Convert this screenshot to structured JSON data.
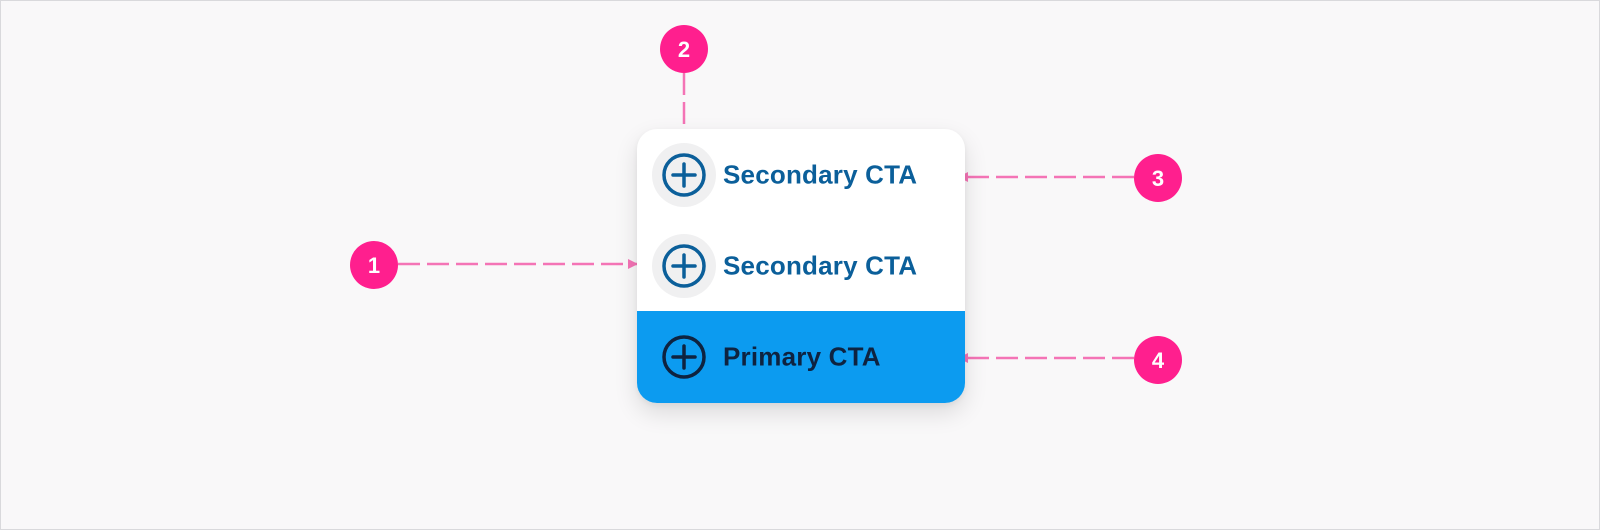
{
  "colors": {
    "annotation": "#ff1f8e",
    "annotation_line": "#f474b6",
    "secondary_text": "#0b5f9a",
    "primary_bg": "#0c9bf0",
    "primary_text": "#0e2340",
    "icon_halo": "#f0f0f1"
  },
  "annotations": [
    {
      "number": "1"
    },
    {
      "number": "2"
    },
    {
      "number": "3"
    },
    {
      "number": "4"
    }
  ],
  "menu": {
    "items": [
      {
        "label": "Secondary CTA",
        "icon": "plus-circle-icon",
        "variant": "secondary"
      },
      {
        "label": "Secondary CTA",
        "icon": "plus-circle-icon",
        "variant": "secondary"
      },
      {
        "label": "Primary CTA",
        "icon": "plus-circle-icon",
        "variant": "primary"
      }
    ]
  }
}
